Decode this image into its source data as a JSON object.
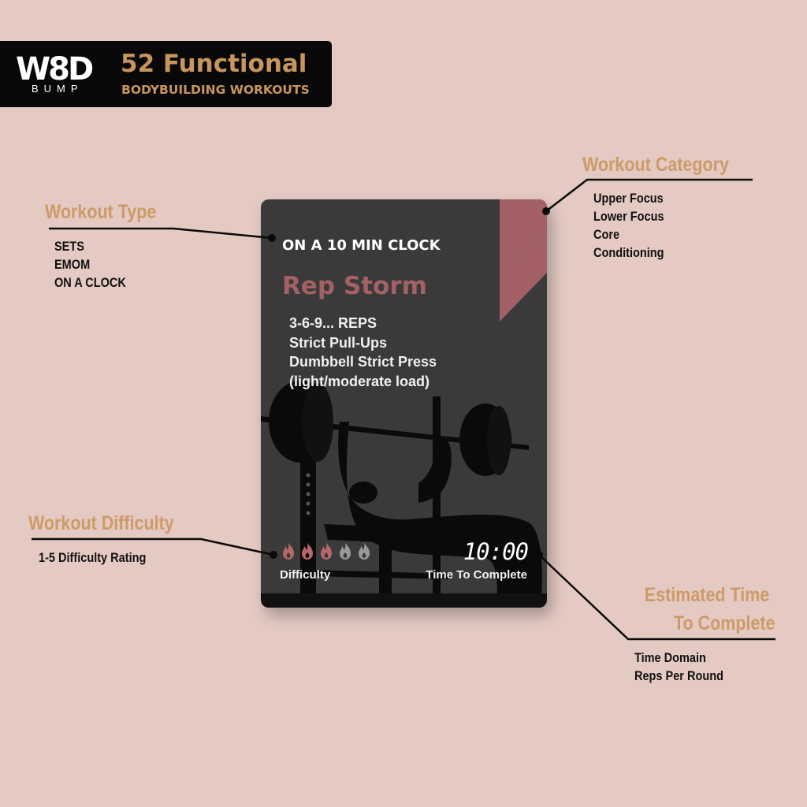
{
  "header": {
    "logo_top": "W8D",
    "logo_bottom": "BUMP",
    "title": "52 Functional",
    "subtitle": "BODYBUILDING WORKOUTS"
  },
  "colors": {
    "background": "#e4cac3",
    "accent_gold": "#cd9a68",
    "card_bg": "#3a3a3a",
    "card_accent": "#a36165",
    "flame_active": "#b8686b",
    "flame_inactive": "#9a9a9a"
  },
  "annotations": {
    "workout_type": {
      "title": "Workout Type",
      "items": [
        "SETS",
        "EMOM",
        "ON A CLOCK"
      ]
    },
    "workout_category": {
      "title": "Workout Category",
      "items": [
        "Upper Focus",
        "Lower Focus",
        "Core",
        "Conditioning"
      ]
    },
    "workout_difficulty": {
      "title": "Workout Difficulty",
      "items": [
        "1-5 Difficulty Rating"
      ]
    },
    "estimated_time": {
      "title_line1": "Estimated Time",
      "title_line2": "To Complete",
      "items": [
        "Time Domain",
        "Reps Per Round"
      ]
    }
  },
  "card": {
    "type": "ON A 10 MIN CLOCK",
    "name": "Rep Storm",
    "lines": [
      "3-6-9... REPS",
      "Strict Pull-Ups",
      "Dumbbell Strict Press",
      "(light/moderate load)"
    ],
    "difficulty": {
      "rating": 3,
      "max": 5,
      "label": "Difficulty",
      "icon": "flame-icon"
    },
    "time": {
      "value": "10:00",
      "label": "Time To Complete"
    },
    "illustration": "bench-press-silhouette"
  }
}
